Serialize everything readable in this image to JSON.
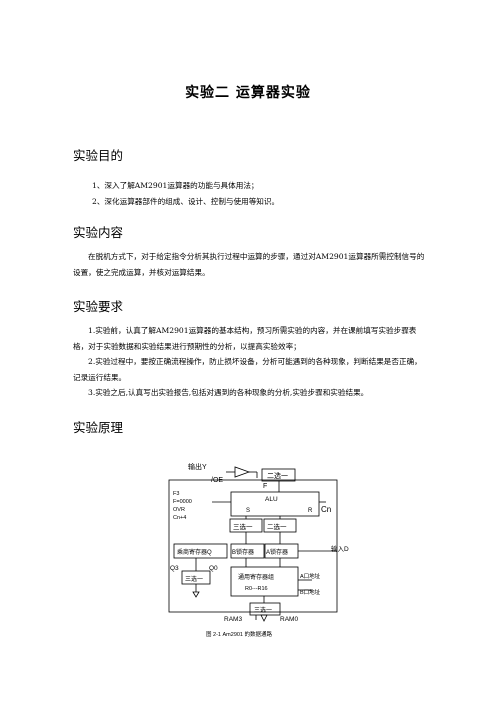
{
  "title": "实验二   运算器实验",
  "sections": {
    "purpose": {
      "heading": "实验目的",
      "items": [
        "1、深入了解AM2901运算器的功能与具体用法；",
        "2、深化运算器部件的组成、设计、控制与使用等知识。"
      ]
    },
    "content": {
      "heading": "实验内容",
      "text": "在脱机方式下，对于给定指令分析其执行过程中运算的步骤，通过对AM2901运算器所需控制信号的设置，使之完成运算，并核对运算结果。"
    },
    "requirements": {
      "heading": "实验要求",
      "items": [
        "1.实验前，认真了解AM2901运算器的基本结构，预习所需实验的内容，并在课前填写实验步骤表格，对于实验数据和实验结果进行预期性的分析，以提高实验效率；",
        "2.实验过程中，要按正确流程操作，防止损坏设备，分析可能遇到的各种现象，判断结果是否正确，记录运行结果。",
        "3.实验之后,认真写出实验报告,包括对遇到的各种现象的分析,实验步骤和实验结果。"
      ]
    },
    "principle": {
      "heading": "实验原理"
    }
  },
  "diagram": {
    "output_y": "输出Y",
    "oe": "/OE",
    "f": "F",
    "mux_top": "二选一",
    "flags": [
      "F3",
      "F=0000",
      "OVR",
      "Cn+4"
    ],
    "alu": "ALU",
    "alu_s": "S",
    "alu_r": "R",
    "cn": "Cn",
    "mux_left": "三选一",
    "mux_right": "二选一",
    "input_d": "输入D",
    "q_reg": "乘商寄存器Q",
    "b_latch": "B锁存器",
    "a_latch": "A锁存器",
    "q3": "Q3",
    "q0": "Q0",
    "mux_q": "三选一",
    "reg_file": "通用寄存器组",
    "reg_range": "R0---R16",
    "a_addr": "A口地址",
    "b_addr": "B口地址",
    "mux_bottom": "三选一",
    "ram3": "RAM3",
    "ram0": "RAM0",
    "caption": "图 2-1    Am2901 的数据通路"
  }
}
